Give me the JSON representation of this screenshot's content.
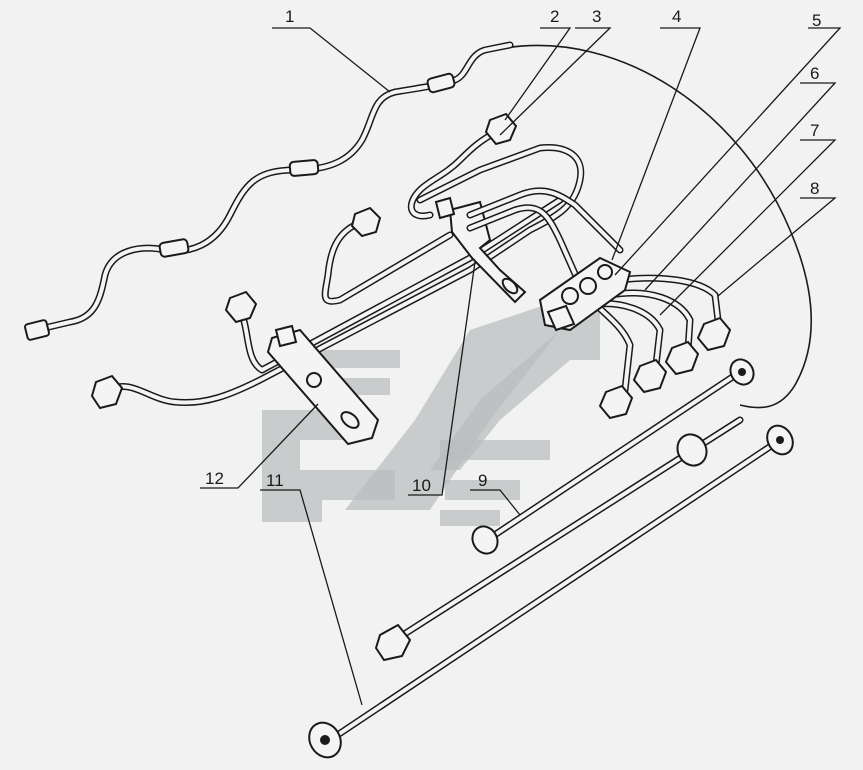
{
  "diagram": {
    "callouts": [
      {
        "id": "1",
        "label": "1"
      },
      {
        "id": "2",
        "label": "2"
      },
      {
        "id": "3",
        "label": "3"
      },
      {
        "id": "4",
        "label": "4"
      },
      {
        "id": "5",
        "label": "5"
      },
      {
        "id": "6",
        "label": "6"
      },
      {
        "id": "7",
        "label": "7"
      },
      {
        "id": "8",
        "label": "8"
      },
      {
        "id": "9",
        "label": "9"
      },
      {
        "id": "10",
        "label": "10"
      },
      {
        "id": "11",
        "label": "11"
      },
      {
        "id": "12",
        "label": "12"
      }
    ],
    "colors": {
      "line": "#1a1a1a",
      "background": "#f2f2f2",
      "watermark": "#b9bcbd"
    }
  }
}
